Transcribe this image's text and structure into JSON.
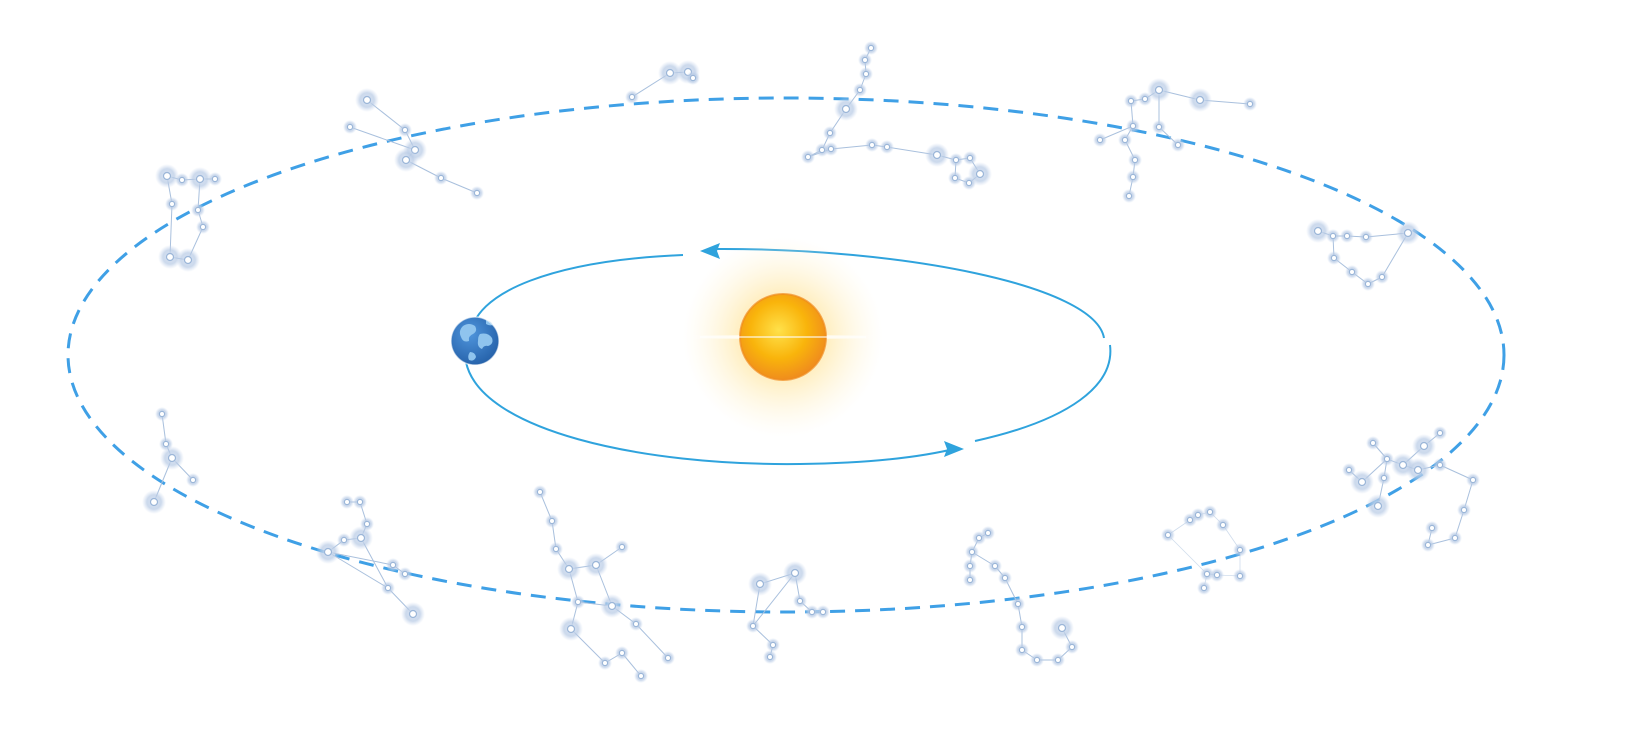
{
  "diagram": {
    "colors": {
      "zodiac_ring": "#3fa0e6",
      "orbit": "#2fa3dd",
      "sun_core": "#f9b40b",
      "sun_rim": "#f08a1c",
      "sun_glow": "#ffe9a8",
      "earth_ocean": "#3479c4",
      "earth_land": "#8fc4ee",
      "star": "#9bb6d8",
      "star_glow": "#c3d3ea",
      "constellation_line": "#a9c0dd"
    },
    "orbit_direction": "counterclockwise",
    "bodies": [
      {
        "name": "sun",
        "icon": "sun-icon"
      },
      {
        "name": "earth",
        "icon": "earth-icon"
      }
    ],
    "constellation_count": 13
  }
}
